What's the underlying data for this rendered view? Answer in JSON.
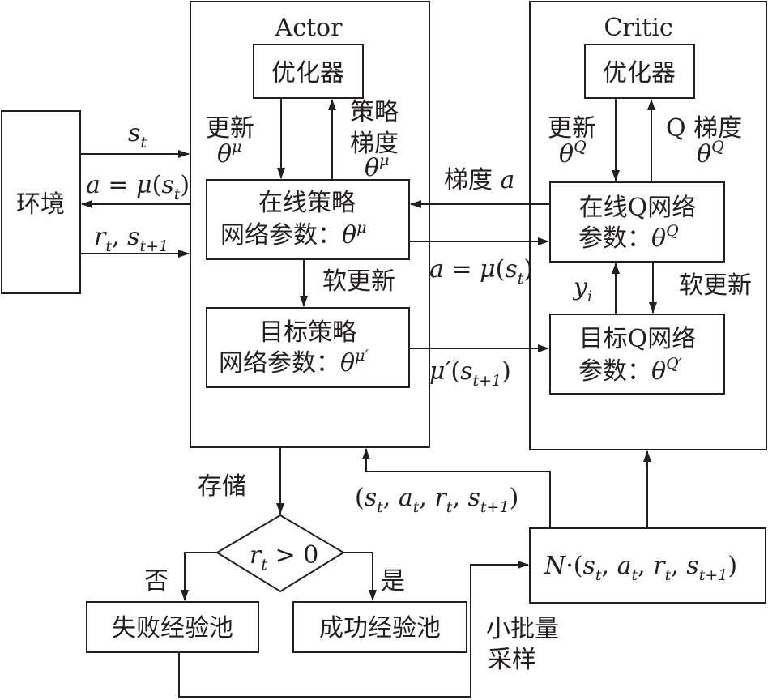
{
  "actor": {
    "title": "Actor",
    "optimizer": "优化器",
    "update_label": "更新",
    "policy_gradient_line1": "策略",
    "policy_gradient_line2": "梯度",
    "online_policy_line1": "在线策略",
    "online_policy_line2": "网络参数：",
    "soft_update": "软更新",
    "target_policy_line1": "目标策略",
    "target_policy_line2": "网络参数："
  },
  "critic": {
    "title": "Critic",
    "optimizer": "优化器",
    "update_label": "更新",
    "q_gradient": "Q 梯度",
    "online_q_line1": "在线Q网络",
    "online_q_line2": "参数：",
    "soft_update": "软更新",
    "target_q_line1": "目标Q网络",
    "target_q_line2": "参数："
  },
  "environment": "环境",
  "gradient_a": "梯度",
  "store": "存储",
  "decision": "r_t > 0",
  "no_label": "否",
  "yes_label": "是",
  "failure_pool": "失败经验池",
  "success_pool": "成功经验池",
  "minibatch_line1": "小批量",
  "minibatch_line2": "采样"
}
